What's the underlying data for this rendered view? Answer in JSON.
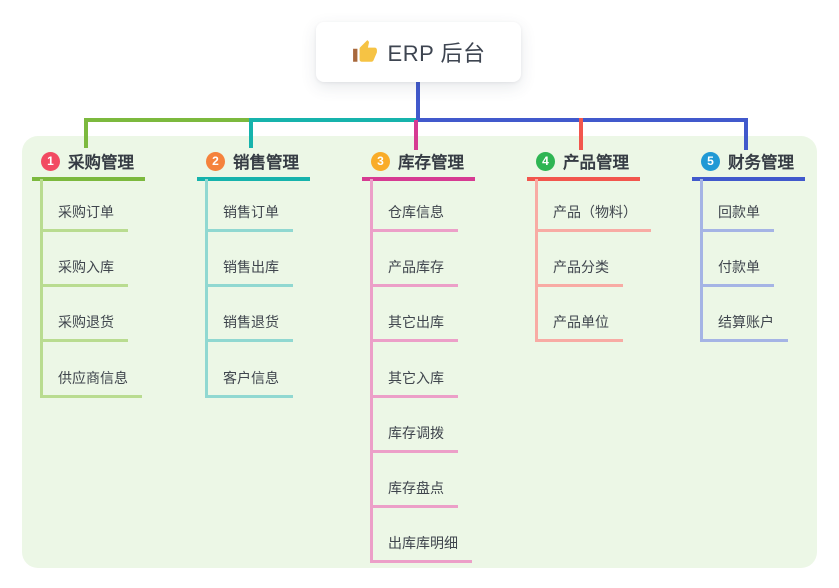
{
  "root": {
    "title": "ERP 后台",
    "icon": "thumbs-up-icon"
  },
  "branches": [
    {
      "number": "1",
      "title": "采购管理",
      "items": [
        "采购订单",
        "采购入库",
        "采购退货",
        "供应商信息"
      ],
      "line_color": "#7cb93e",
      "item_line_color": "#b9dc90",
      "badge_color": "#f24a62"
    },
    {
      "number": "2",
      "title": "销售管理",
      "items": [
        "销售订单",
        "销售出库",
        "销售退货",
        "客户信息"
      ],
      "line_color": "#16b3ac",
      "item_line_color": "#90d8d1",
      "badge_color": "#f5823c"
    },
    {
      "number": "3",
      "title": "库存管理",
      "items": [
        "仓库信息",
        "产品库存",
        "其它出库",
        "其它入库",
        "库存调拨",
        "库存盘点",
        "出库库明细"
      ],
      "line_color": "#d63b92",
      "item_line_color": "#ec9fc8",
      "badge_color": "#f9ac29"
    },
    {
      "number": "4",
      "title": "产品管理",
      "items": [
        "产品（物料）",
        "产品分类",
        "产品单位"
      ],
      "line_color": "#f2564d",
      "item_line_color": "#f8aba4",
      "badge_color": "#2eb553"
    },
    {
      "number": "5",
      "title": "财务管理",
      "items": [
        "回款单",
        "付款单",
        "结算账户"
      ],
      "line_color": "#4159cc",
      "item_line_color": "#a5b4e5",
      "badge_color": "#2099d5"
    }
  ],
  "colors": {
    "canvas_bg": "#ffffff",
    "panel_bg": "#ecf7e6",
    "root_line": "#4159cc",
    "root_text": "#3e4551",
    "title_text": "#363c44",
    "item_text": "#3f454d",
    "icon_gold": "#f6c344",
    "icon_cuff": "#a8683c"
  }
}
